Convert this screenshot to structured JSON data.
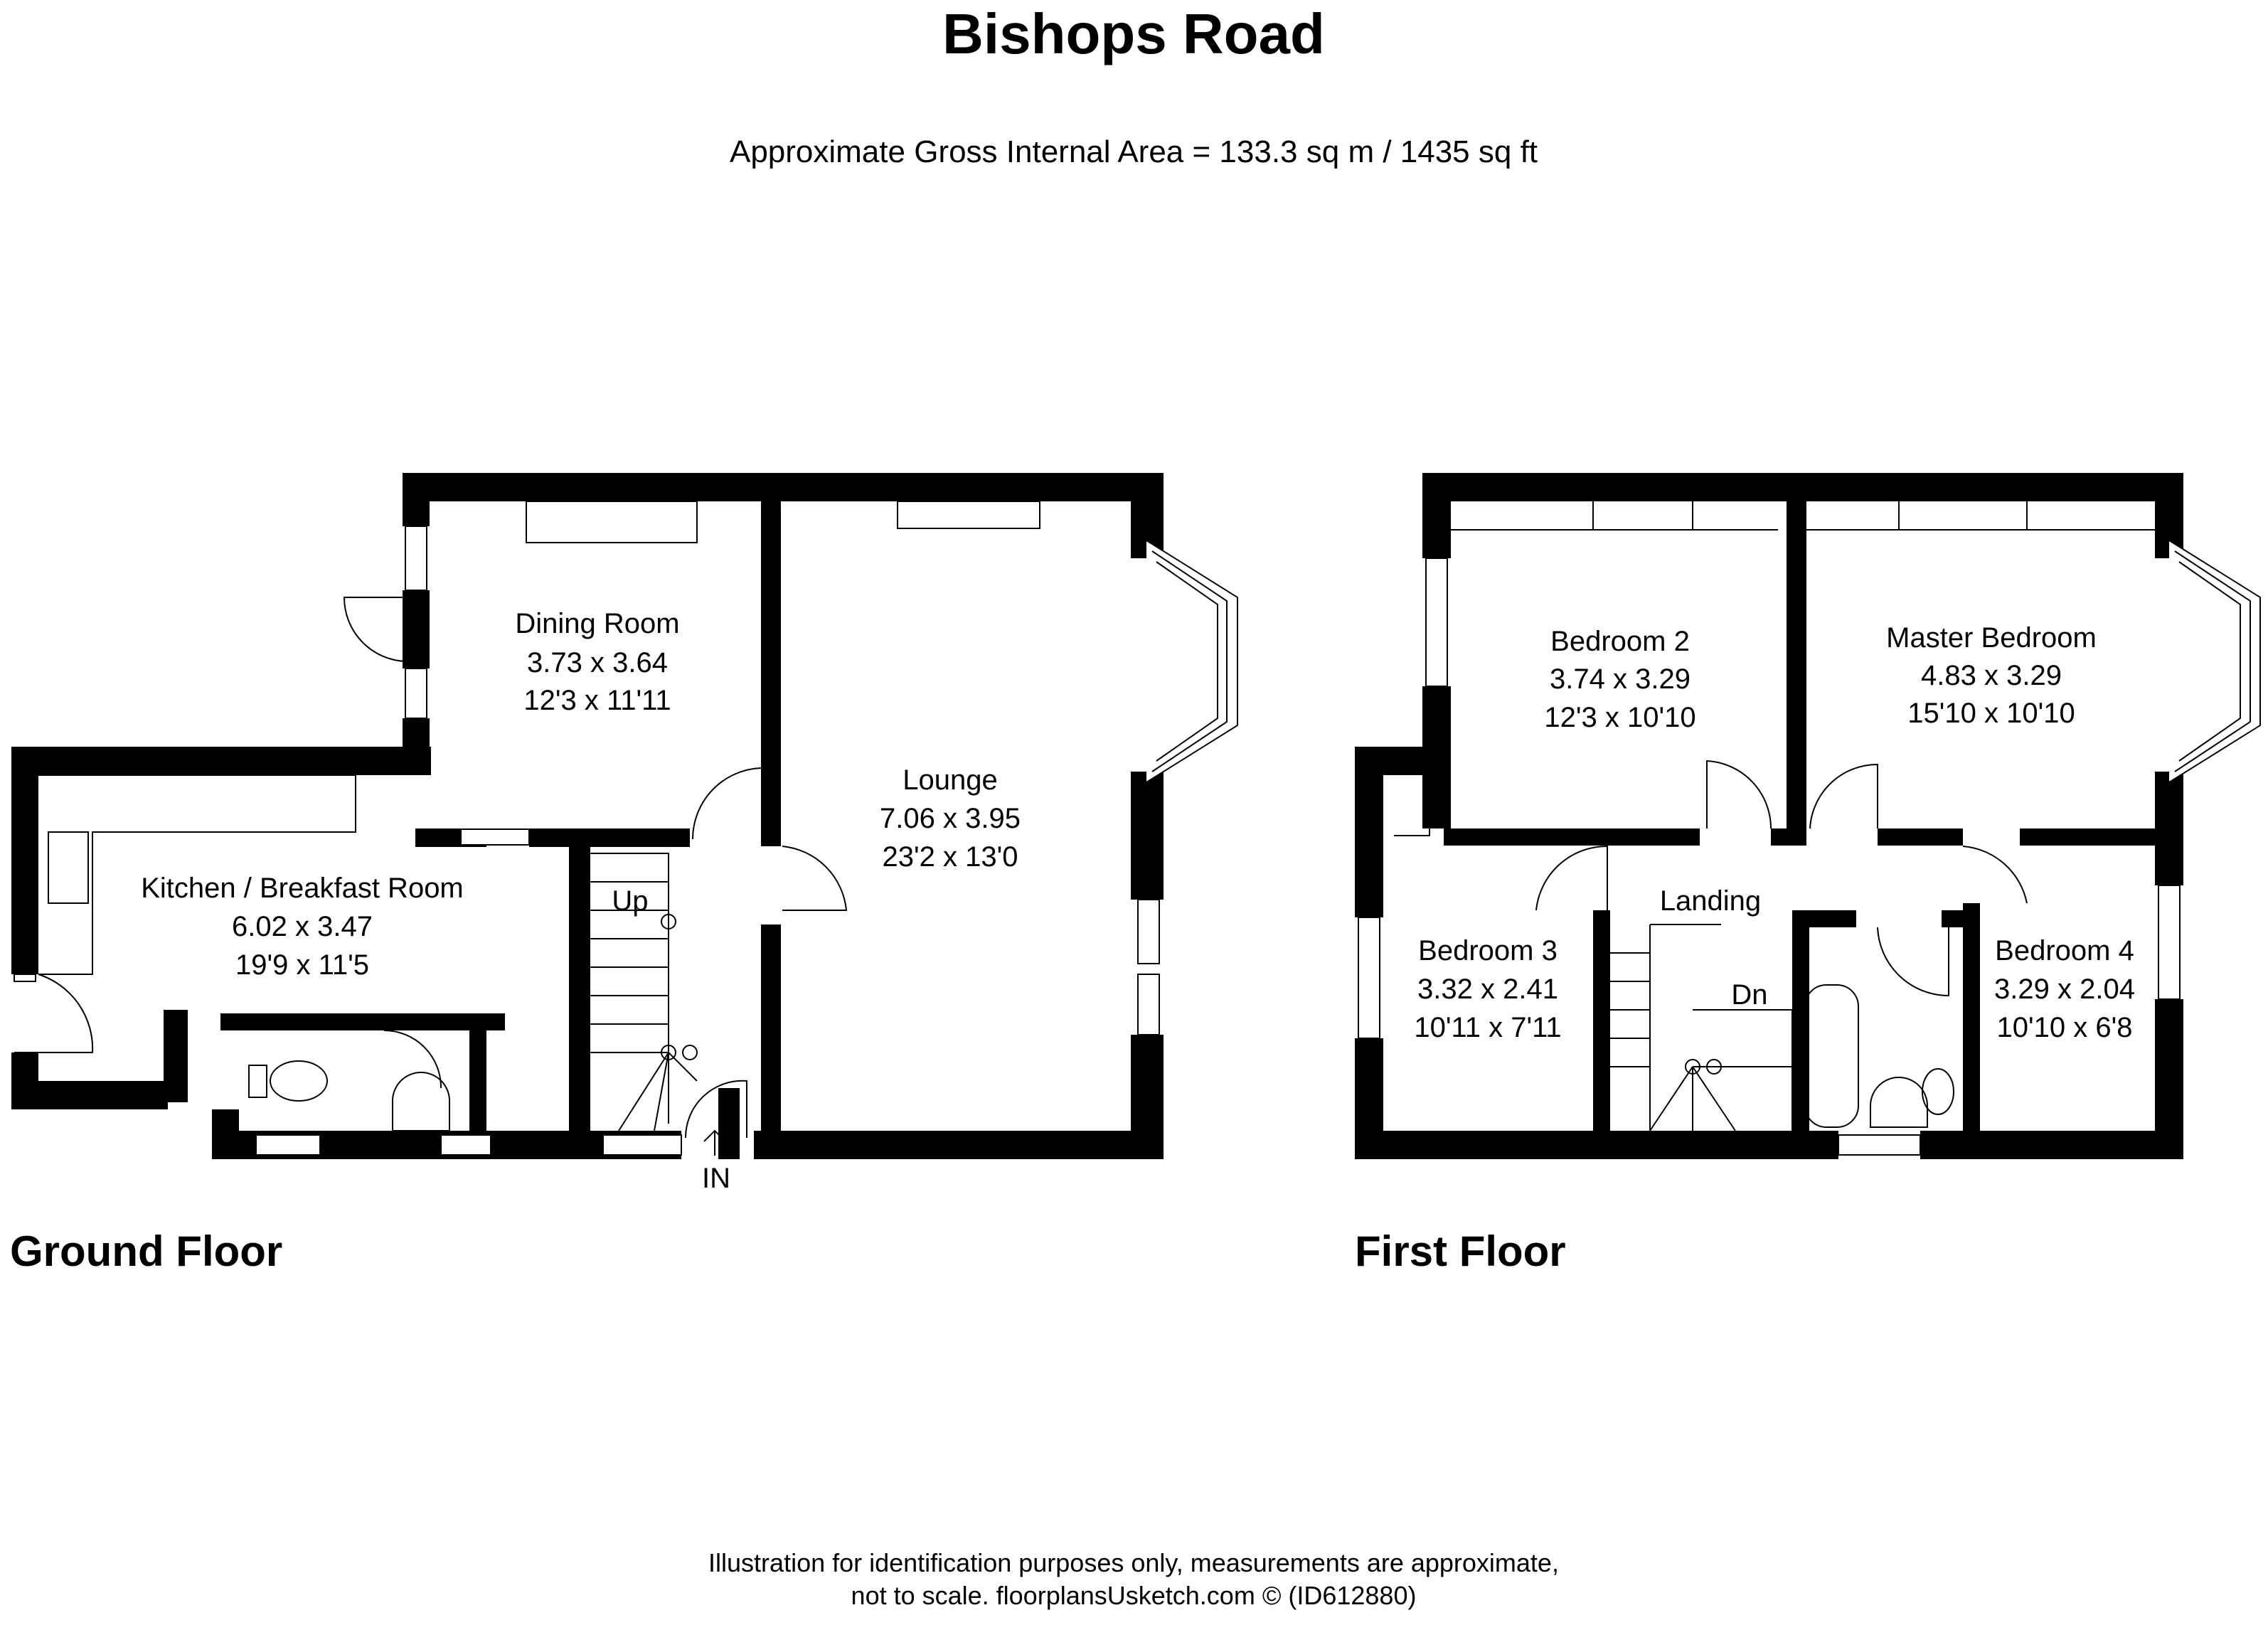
{
  "title": "Bishops Road",
  "area": "Approximate Gross Internal Area = 133.3 sq m / 1435 sq ft",
  "floors": {
    "ground": "Ground Floor",
    "first": "First Floor"
  },
  "rooms": {
    "dining": {
      "name": "Dining Room",
      "metric": "3.73 x 3.64",
      "imperial": "12'3 x 11'11"
    },
    "lounge": {
      "name": "Lounge",
      "metric": "7.06 x 3.95",
      "imperial": "23'2 x 13'0"
    },
    "kitchen": {
      "name": "Kitchen / Breakfast Room",
      "metric": "6.02 x 3.47",
      "imperial": "19'9 x 11'5"
    },
    "bedroom2": {
      "name": "Bedroom 2",
      "metric": "3.74 x 3.29",
      "imperial": "12'3 x 10'10"
    },
    "master": {
      "name": "Master Bedroom",
      "metric": "4.83 x 3.29",
      "imperial": "15'10 x 10'10"
    },
    "bedroom3": {
      "name": "Bedroom 3",
      "metric": "3.32 x 2.41",
      "imperial": "10'11 x 7'11"
    },
    "bedroom4": {
      "name": "Bedroom 4",
      "metric": "3.29 x 2.04",
      "imperial": "10'10 x 6'8"
    },
    "landing": {
      "name": "Landing"
    }
  },
  "labels": {
    "up": "Up",
    "dn": "Dn",
    "in": "IN"
  },
  "footer": {
    "line1": "Illustration for identification purposes only, measurements are approximate,",
    "line2": "not to scale. floorplansUsketch.com © (ID612880)"
  }
}
